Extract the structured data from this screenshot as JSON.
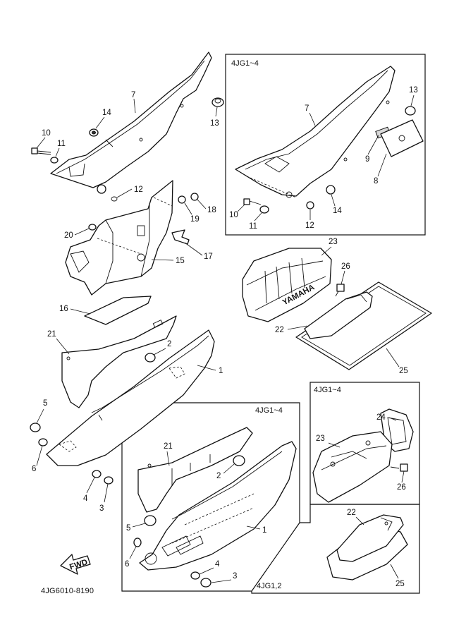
{
  "box_labels": {
    "top_right": "4JG1~4",
    "mid_right": "4JG1~4",
    "bottom_mid": "4JG1~4",
    "bottom_right": "4JG1,2"
  },
  "fwd_label": "FWD",
  "diagram_code": "4JG6010-8190",
  "brand_text": "YAMAHA",
  "callouts": {
    "n7a": "7",
    "n14a": "14",
    "n13a": "13",
    "n10a": "10",
    "n11a": "11",
    "n12a": "12",
    "n18": "18",
    "n19": "19",
    "n20": "20",
    "n17": "17",
    "n15": "15",
    "n16": "16",
    "n21a": "21",
    "n2a": "2",
    "n1a": "1",
    "n5a": "5",
    "n6a": "6",
    "n4a": "4",
    "n3a": "3",
    "n7b": "7",
    "n13b": "13",
    "n9": "9",
    "n8": "8",
    "n10b": "10",
    "n11b": "11",
    "n12b": "12",
    "n14b": "14",
    "n23a": "23",
    "n26a": "26",
    "n22a": "22",
    "n25a": "25",
    "n24": "24",
    "n23b": "23",
    "n26b": "26",
    "n21b": "21",
    "n2b": "2",
    "n5b": "5",
    "n1b": "1",
    "n6b": "6",
    "n4b": "4",
    "n3b": "3",
    "n22b": "22",
    "n25b": "25"
  }
}
